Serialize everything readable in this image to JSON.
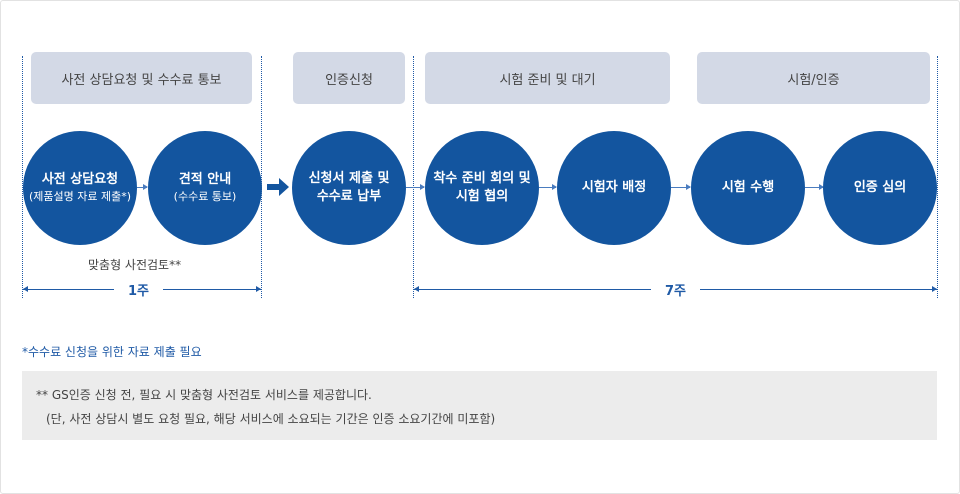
{
  "phases": [
    "사전 상담요청 및 수수료 통보",
    "인증신청",
    "시험 준비 및 대기",
    "시험/인증"
  ],
  "steps": [
    {
      "title": "사전 상담요청",
      "sub": "(제품설명 자료 제출*)"
    },
    {
      "title": "견적 안내",
      "sub": "(수수료 통보)"
    },
    {
      "title": "신청서 제출 및",
      "title2": "수수료 납부"
    },
    {
      "title": "착수 준비 회의 및",
      "title2": "시험 협의"
    },
    {
      "title": "시험자 배정"
    },
    {
      "title": "시험 수행"
    },
    {
      "title": "인증 심의"
    }
  ],
  "custom_review": "맞춤형 사전검토**",
  "durations": [
    "1주",
    "7주"
  ],
  "note_fee": "*수수료 신청을 위한 자료 제출 필요",
  "note_box": {
    "line1": "** GS인증 신청 전, 필요 시 맞춤형 사전검토 서비스를 제공합니다.",
    "line2": "(단, 사전 상담시 별도 요청 필요, 해당 서비스에 소요되는 기간은 인증 소요기간에 미포함)"
  },
  "colors": {
    "primary": "#13559f",
    "phase_bg": "#d3d9e6",
    "note_bg": "#ececec",
    "accent_text": "#1f5aa6"
  }
}
